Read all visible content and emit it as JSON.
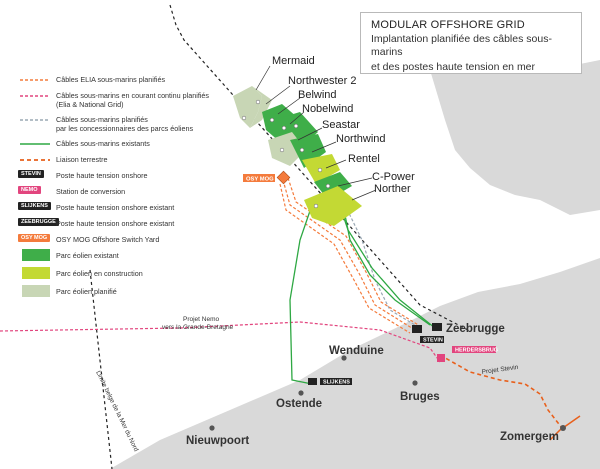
{
  "title": {
    "main": "MODULAR OFFSHORE GRID",
    "sub_line1": "Implantation planifiée des câbles sous-marins",
    "sub_line2": "et des postes haute tension en mer"
  },
  "legend": [
    {
      "text": "Câbles ELIA sous-marins planifiés"
    },
    {
      "text": "Câbles sous-marins en courant continu planifiés",
      "text2": "(Elia & National Grid)"
    },
    {
      "text": "Câbles sous-marins planifiés",
      "text2": "par les concessionnaires des parcs éoliens"
    },
    {
      "text": "Câbles sous-marins existants"
    },
    {
      "text": "Liaison terrestre"
    },
    {
      "text": "Poste haute tension onshore",
      "badge": "STEVIN"
    },
    {
      "text": "Station de conversion",
      "badge": "NEMO"
    },
    {
      "text": "Poste haute tension onshore existant",
      "badge": "SLIJKENS"
    },
    {
      "text": "Poste haute tension onshore existant",
      "badge": "ZEEBRUGGE"
    },
    {
      "text": "OSY MOG Offshore Switch Yard",
      "badge": "OSY MOG"
    },
    {
      "text": "Parc éolien existant"
    },
    {
      "text": "Parc éolien en construction"
    },
    {
      "text": "Parc éolien planifié"
    }
  ],
  "windparks": {
    "mermaid": "Mermaid",
    "northwester": "Northwester 2",
    "belwind": "Belwind",
    "nobelwind": "Nobelwind",
    "seastar": "Seastar",
    "northwind": "Northwind",
    "rentel": "Rentel",
    "cpower": "C-Power",
    "norther": "Norther"
  },
  "places": {
    "zeebrugge": "Zeebrugge",
    "wenduine": "Wenduine",
    "ostende": "Ostende",
    "bruges": "Bruges",
    "nieuwpoort": "Nieuwpoort",
    "zomergem": "Zomergem"
  },
  "labels": {
    "osy_mog": "OSY MOG",
    "stevin": "STEVIN",
    "herdersbrug": "HERDERSBRUG",
    "slijkens": "SLIJKENS",
    "projet_nemo_1": "Projet Nemo",
    "projet_nemo_2": "vers la Grande-Bretagne",
    "projet_stevin": "Projet Stevin",
    "limite": "Limite belge de la Mer du Nord"
  },
  "colors": {
    "land": "#d9d9d9",
    "existing_park": "#3fae49",
    "construction_park": "#c3d934",
    "planned_park": "#c8d6b5",
    "elia_planned": "#f47b3c",
    "hvdc_planned": "#e2457e",
    "concession_planned": "#9aa8b4",
    "existing_cable": "#2ea843",
    "land_link": "#e8601c"
  }
}
